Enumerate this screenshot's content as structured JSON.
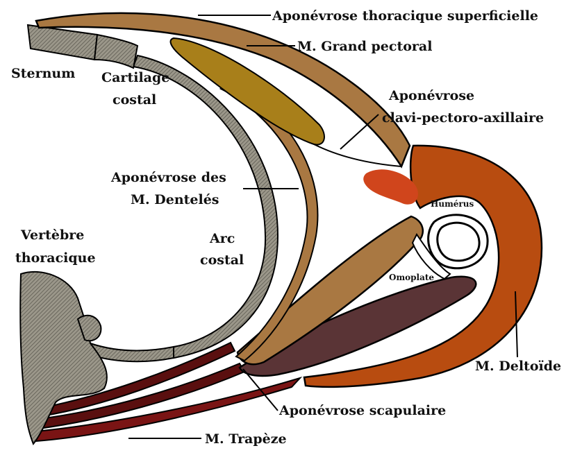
{
  "labels": {
    "aponevrose_thoracique": "Aponévrose thoracique superficielle",
    "grand_pectoral": "M. Grand pectoral",
    "sternum": "Sternum",
    "cartilage_line1": "Cartilage",
    "cartilage_line2": "costal",
    "aponevrose_clavi_line1": "Aponévrose",
    "aponevrose_clavi_line2": "clavi-pectoro-axillaire",
    "aponevrose_dentele_line1": "Aponévrose des",
    "aponevrose_dentele_line2": "M. Dentelés",
    "humerus": "Humérus",
    "vertebre_line1": "Vertèbre",
    "vertebre_line2": "thoracique",
    "arc_line1": "Arc",
    "arc_line2": "costal",
    "omoplate": "Omoplate",
    "deltoide": "M. Deltoïde",
    "aponevrose_scapulaire": "Aponévrose scapulaire",
    "trapeze": "M. Trapèze"
  },
  "colors": {
    "bone": "#8a8677",
    "fascia_brown": "#a97842",
    "pectoral_major": "#a87f1a",
    "deltoid": "#b84c10",
    "subscapularis": "#5a3436",
    "trapezius": "#7a1414",
    "vessel_red": "#d0451c"
  }
}
